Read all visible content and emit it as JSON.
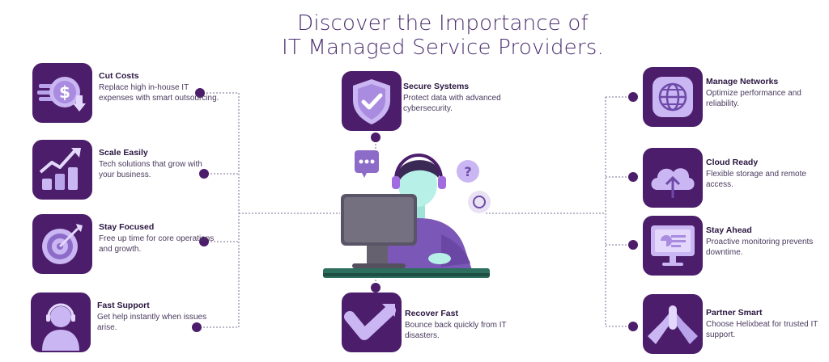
{
  "title_line1": "Discover the Importance of",
  "title_line2": "IT Managed Service Providers.",
  "colors": {
    "primary": "#4c1d6b",
    "icon_fill": "#c9b6f2",
    "line": "#7a6c93"
  },
  "left": [
    {
      "title": "Cut Costs",
      "desc": "Replace high in-house IT expenses with smart outsourcing.",
      "icon": "dollar-coin-icon"
    },
    {
      "title": "Scale Easily",
      "desc": "Tech solutions that grow with your business.",
      "icon": "growth-chart-icon"
    },
    {
      "title": "Stay Focused",
      "desc": "Free up time for core operations and growth.",
      "icon": "target-icon"
    },
    {
      "title": "Fast Support",
      "desc": "Get help instantly when issues arise.",
      "icon": "headset-user-icon"
    }
  ],
  "center": [
    {
      "title": "Secure Systems",
      "desc": "Protect data with advanced cybersecurity.",
      "icon": "shield-check-icon"
    },
    {
      "title": "Recover Fast",
      "desc": "Bounce back quickly from IT disasters.",
      "icon": "recover-arrow-icon"
    }
  ],
  "right": [
    {
      "title": "Manage Networks",
      "desc": "Optimize performance and reliability.",
      "icon": "globe-network-icon"
    },
    {
      "title": "Cloud Ready",
      "desc": "Flexible storage and remote access.",
      "icon": "cloud-upload-icon"
    },
    {
      "title": "Stay Ahead",
      "desc": "Proactive monitoring prevents downtime.",
      "icon": "monitor-icon"
    },
    {
      "title": "Partner Smart",
      "desc": "Choose Helixbeat for trusted IT support.",
      "icon": "handshake-icon"
    }
  ]
}
